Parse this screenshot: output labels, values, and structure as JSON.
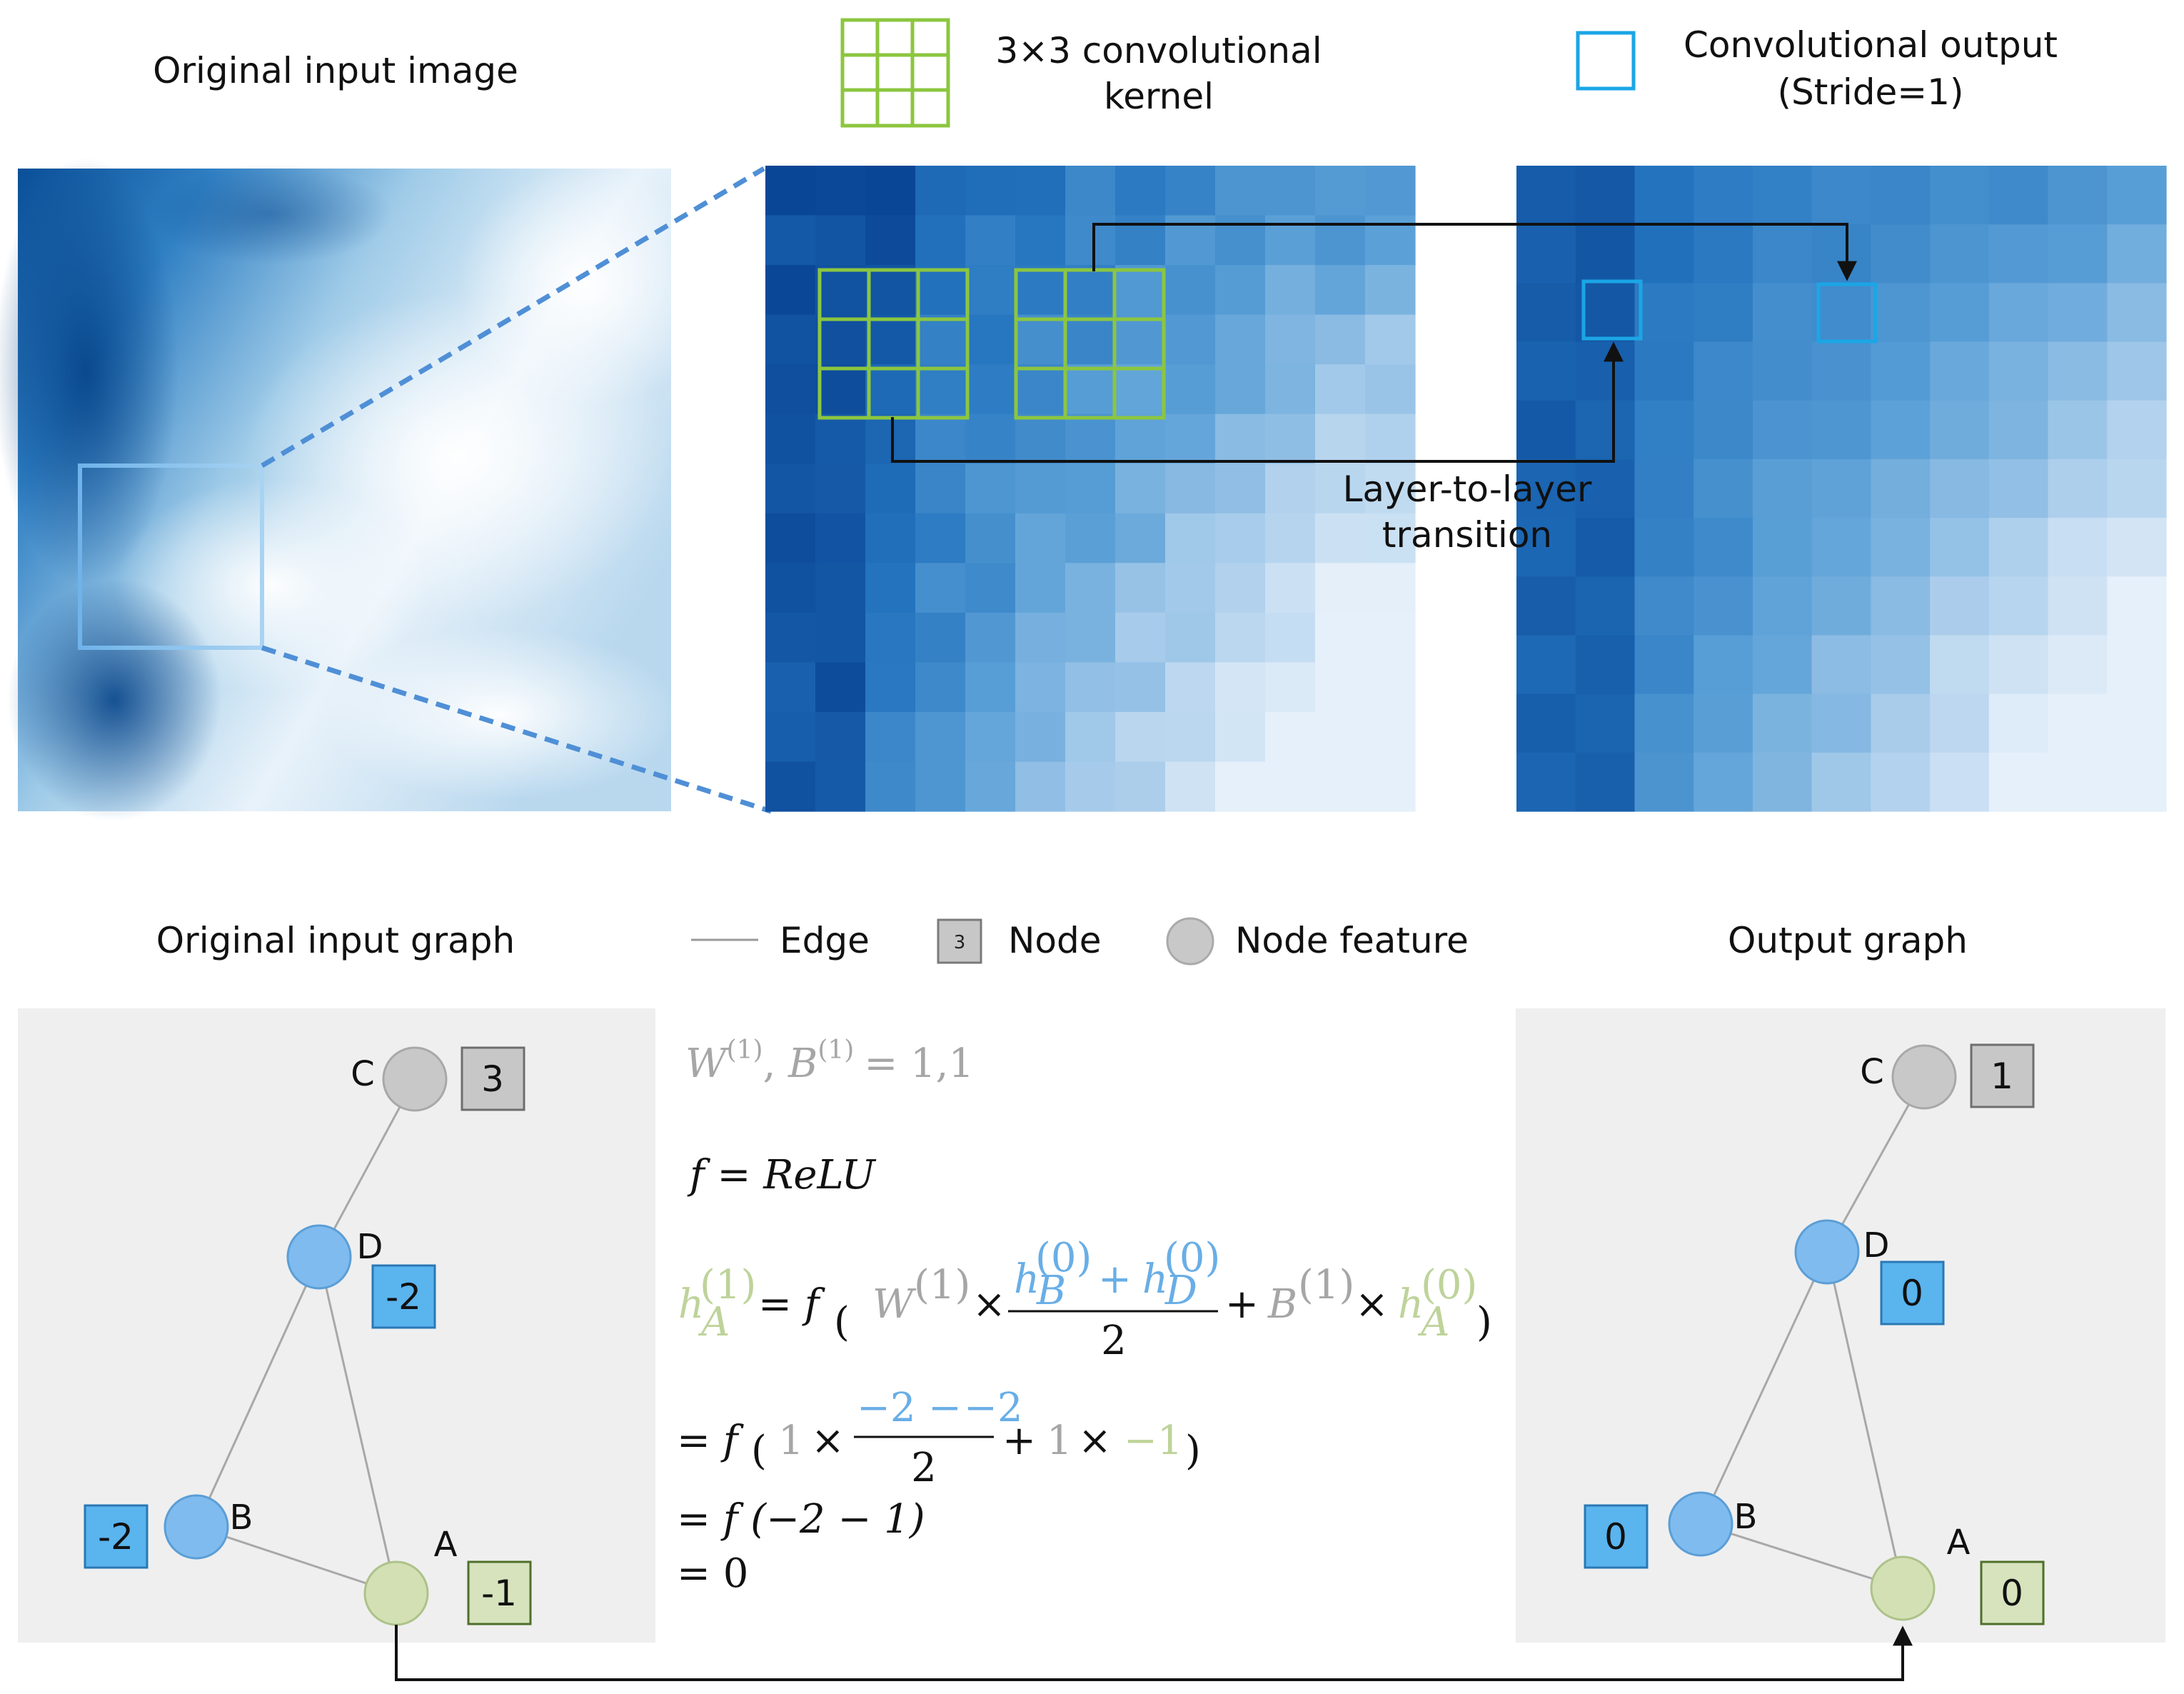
{
  "top": {
    "input_image_title": "Original input image",
    "kernel_legend_line1": "3×3 convolutional",
    "kernel_legend_line2": "kernel",
    "output_legend_line1": "Convolutional output",
    "output_legend_line2": "(Stride=1)",
    "transition_line1": "Layer-to-layer",
    "transition_line2": "transition"
  },
  "bottom": {
    "input_graph_title": "Original input graph",
    "output_graph_title": "Output graph",
    "legend": {
      "edge": "Edge",
      "node": "Node",
      "node_sample": "3",
      "feature": "Node feature"
    }
  },
  "input_graph": {
    "nodes": [
      {
        "id": "C",
        "label": "C",
        "value": "3"
      },
      {
        "id": "D",
        "label": "D",
        "value": "-2"
      },
      {
        "id": "B",
        "label": "B",
        "value": "-2"
      },
      {
        "id": "A",
        "label": "A",
        "value": "-1"
      }
    ]
  },
  "output_graph": {
    "nodes": [
      {
        "id": "C",
        "label": "C",
        "value": "1"
      },
      {
        "id": "D",
        "label": "D",
        "value": "0"
      },
      {
        "id": "B",
        "label": "B",
        "value": "0"
      },
      {
        "id": "A",
        "label": "A",
        "value": "0"
      }
    ]
  },
  "formula": {
    "params_lhs": "W",
    "params_sup": "(1)",
    "params_b": "B",
    "params_rhs": "= 1,1",
    "activation": "f = ReLU",
    "step1_num_a": "−2",
    "step1_num_b": "−2",
    "step1_den": "2",
    "step2": "= f (−2 − 1)",
    "step3": "= 0"
  },
  "colors": {
    "gray_node": "#c8c8c8",
    "blue_node": "#7fbbee",
    "green_node": "#d3e0b4",
    "kernel_green": "#8cc63f",
    "output_cyan": "#1ba6e6",
    "gray_box": "#c7c7c7",
    "blue_box": "#5ab4ee",
    "green_box": "#d6e3bd",
    "param_gray": "#a6a6a6",
    "blue_text": "#69aee6",
    "green_text": "#bed39a",
    "panel_bg": "#efefef"
  }
}
